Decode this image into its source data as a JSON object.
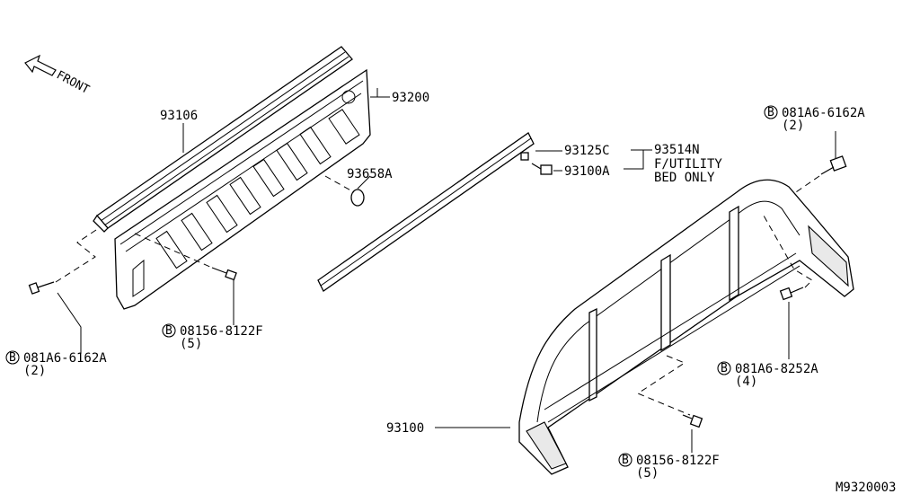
{
  "front": {
    "label": "FRONT"
  },
  "parts": {
    "p93106": "93106",
    "p93200": "93200",
    "p93658A": "93658A",
    "p93125C": "93125C",
    "p93514N": "93514N",
    "p93514N_note1": "F/UTILITY",
    "p93514N_note2": "BED ONLY",
    "p93100A": "93100A",
    "p93100": "93100"
  },
  "fasteners": {
    "left_bolt": {
      "prefix": "B",
      "code": "081A6-6162A",
      "qty": "(2)"
    },
    "center_bolt": {
      "prefix": "B",
      "code": "08156-8122F",
      "qty": "(5)"
    },
    "top_right_bolt": {
      "prefix": "B",
      "code": "081A6-6162A",
      "qty": "(2)"
    },
    "right_bolt": {
      "prefix": "B",
      "code": "081A6-8252A",
      "qty": "(4)"
    },
    "bottom_bolt": {
      "prefix": "B",
      "code": "08156-8122F",
      "qty": "(5)"
    }
  },
  "diagram_id": "M9320003"
}
